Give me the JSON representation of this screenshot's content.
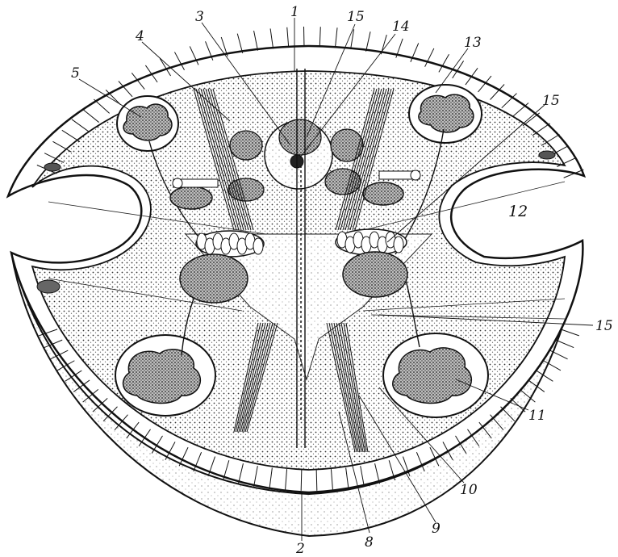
{
  "figure": {
    "labels": [
      {
        "id": "1",
        "text": "1"
      },
      {
        "id": "2",
        "text": "2"
      },
      {
        "id": "3",
        "text": "3"
      },
      {
        "id": "4",
        "text": "4"
      },
      {
        "id": "5",
        "text": "5"
      },
      {
        "id": "8",
        "text": "8"
      },
      {
        "id": "9",
        "text": "9"
      },
      {
        "id": "10",
        "text": "10"
      },
      {
        "id": "11",
        "text": "11"
      },
      {
        "id": "12",
        "text": "12"
      },
      {
        "id": "13",
        "text": "13"
      },
      {
        "id": "14",
        "text": "14"
      },
      {
        "id": "15a",
        "text": "15"
      },
      {
        "id": "15b",
        "text": "15"
      },
      {
        "id": "15c",
        "text": "15"
      }
    ]
  },
  "colors": {
    "ink": "#111111",
    "paper": "#ffffff",
    "stipple": "#555555"
  }
}
